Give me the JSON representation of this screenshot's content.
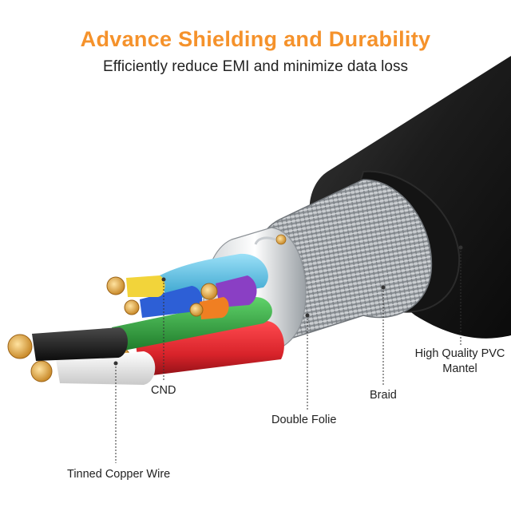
{
  "header": {
    "title": "Advance Shielding and Durability",
    "subtitle": "Efficiently reduce EMI and minimize data loss"
  },
  "callouts": {
    "pvc_line1": "High Quality PVC",
    "pvc_line2": "Mantel",
    "braid": "Braid",
    "double_folie": "Double Folie",
    "cnd": "CND",
    "tinned_copper": "Tinned Copper Wire"
  },
  "colors": {
    "title": "#F5922B",
    "text": "#222222",
    "jacket": "#1a1a1a",
    "wire_red": "#d8232a",
    "wire_green": "#2e9e3a",
    "wire_blue": "#2d5fd6",
    "wire_cyan": "#56c2e8",
    "wire_purple": "#8a3fc4",
    "wire_yellow": "#f2d43a",
    "wire_orange": "#f07f22",
    "wire_white": "#f2f2f2",
    "wire_black": "#151515",
    "copper": "#e0a94a"
  }
}
